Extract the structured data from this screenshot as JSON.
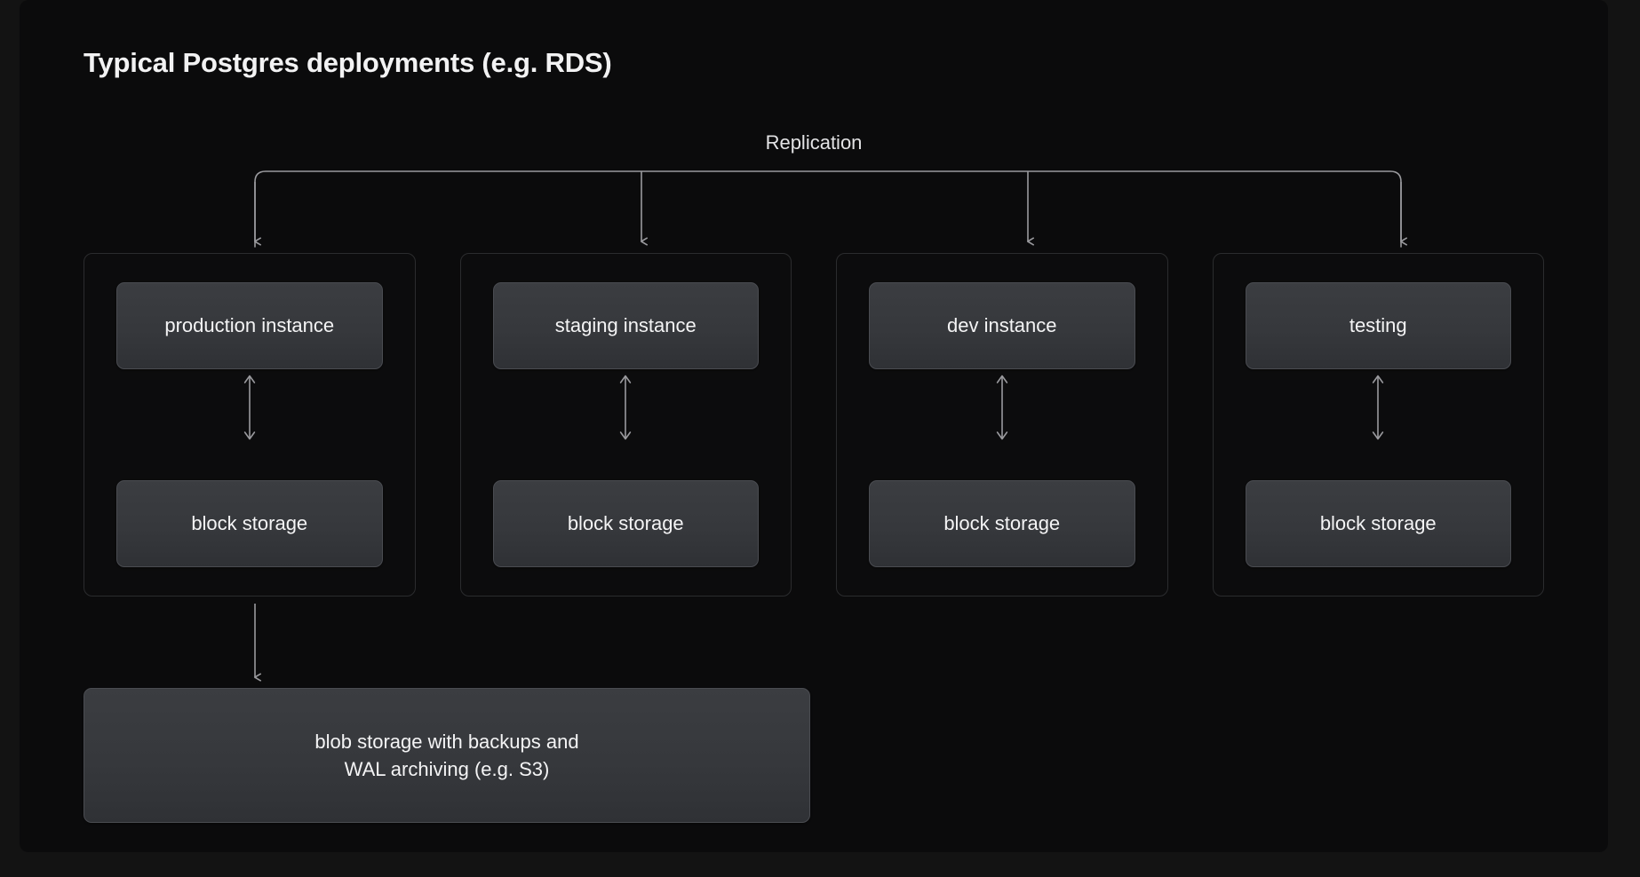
{
  "page": {
    "title": "Typical Postgres deployments (e.g. RDS)",
    "background": "#0b0b0c",
    "outer_background": "#131313",
    "text_color": "#f2f2f3"
  },
  "diagram": {
    "type": "architecture-flow",
    "replication_label": "Replication",
    "connector_color": "#9a9a9e",
    "group_border_color": "#2b2c2e",
    "node_fill_top": "#3b3d41",
    "node_fill_bottom": "#2f3135",
    "node_border_color": "#4a4c51",
    "environments": [
      {
        "id": "production",
        "instance_label": "production instance",
        "storage_label": "block storage",
        "has_backup_link": true
      },
      {
        "id": "staging",
        "instance_label": "staging instance",
        "storage_label": "block storage",
        "has_backup_link": false
      },
      {
        "id": "dev",
        "instance_label": "dev instance",
        "storage_label": "block storage",
        "has_backup_link": false
      },
      {
        "id": "testing",
        "instance_label": "testing",
        "storage_label": "block storage",
        "has_backup_link": false
      }
    ],
    "blob_storage": {
      "label": "blob storage with backups and\nWAL archiving (e.g. S3)"
    }
  }
}
